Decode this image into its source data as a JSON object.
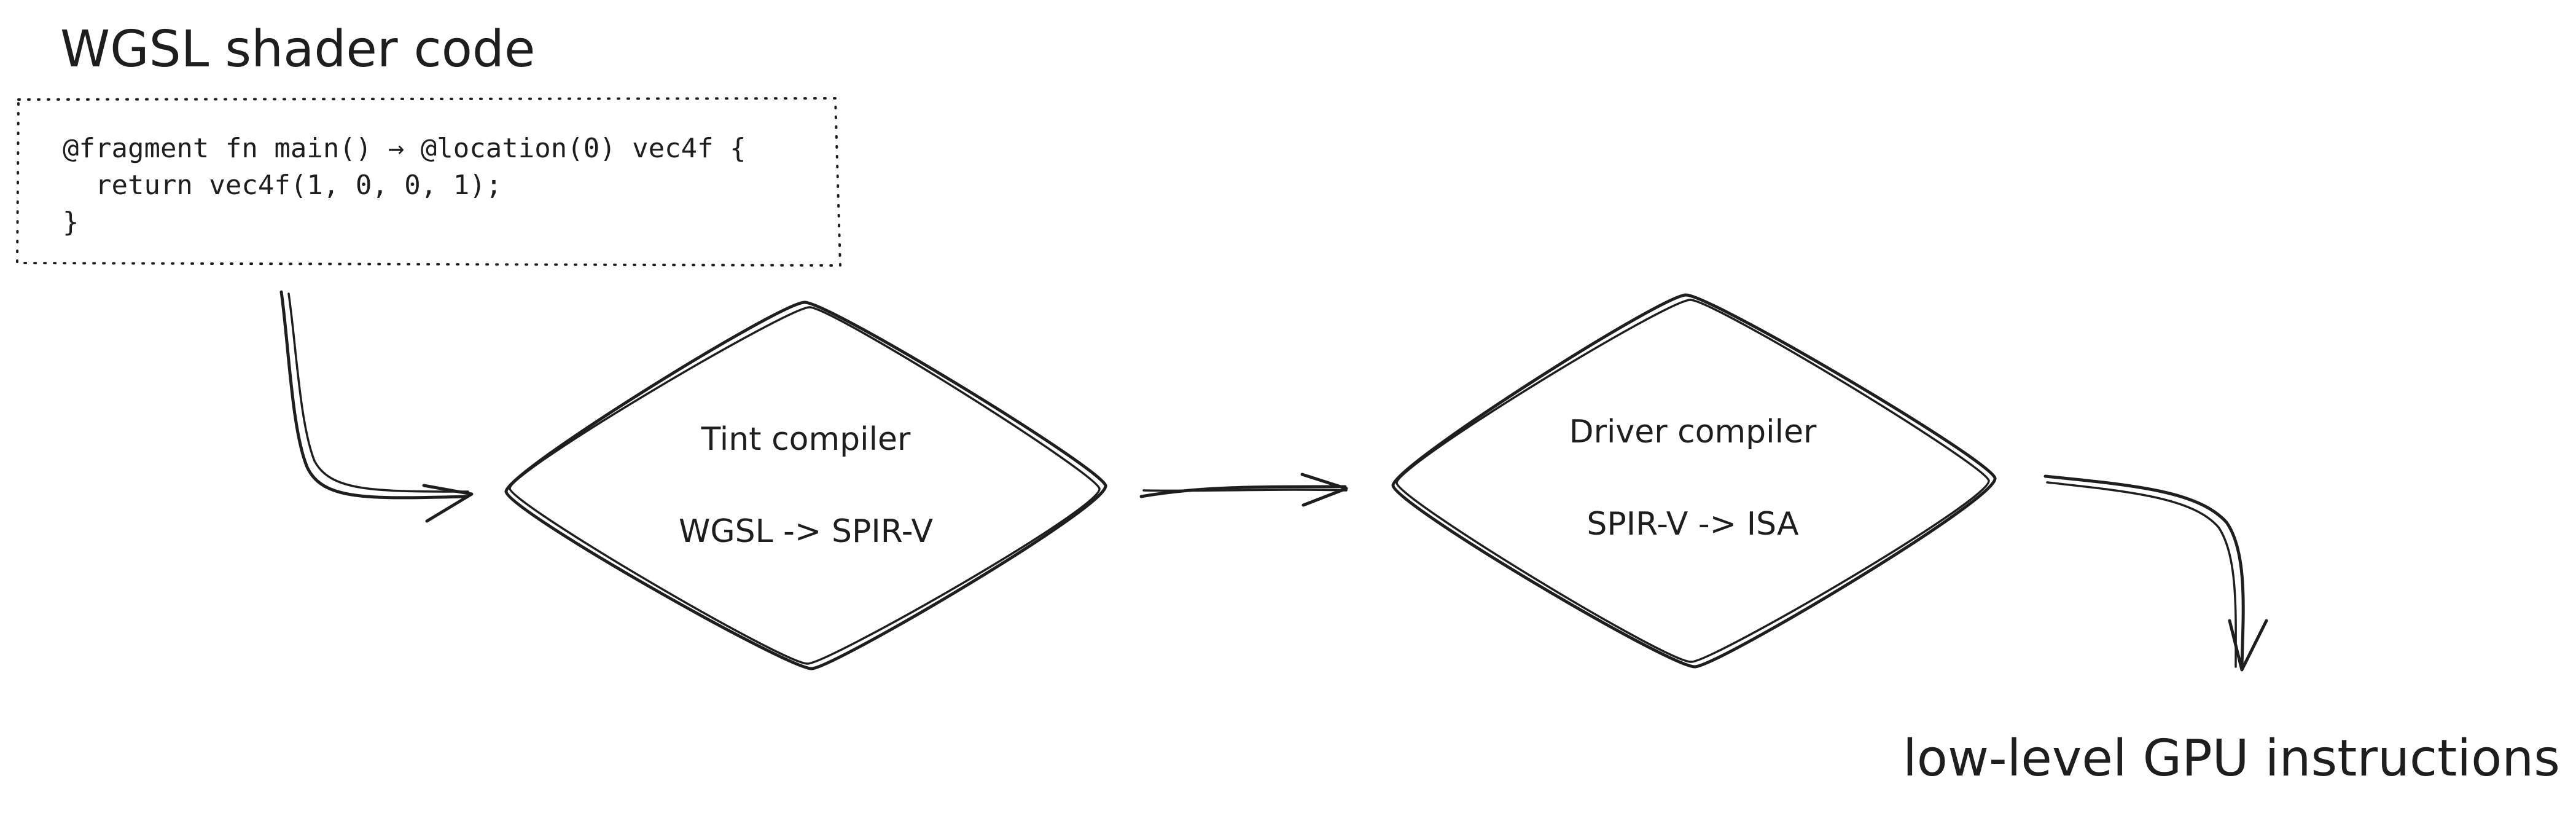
{
  "title": "WGSL shader code",
  "code_lines": [
    "@fragment fn main() → @location(0) vec4f {",
    "  return vec4f(1, 0, 0, 1);",
    "}"
  ],
  "stages": [
    {
      "name": "Tint compiler",
      "transform": "WGSL -> SPIR-V"
    },
    {
      "name": "Driver compiler",
      "transform": "SPIR-V -> ISA"
    }
  ],
  "output_label": "low-level GPU instructions",
  "colors": {
    "ink": "#1e1e1e",
    "background": "#ffffff"
  }
}
